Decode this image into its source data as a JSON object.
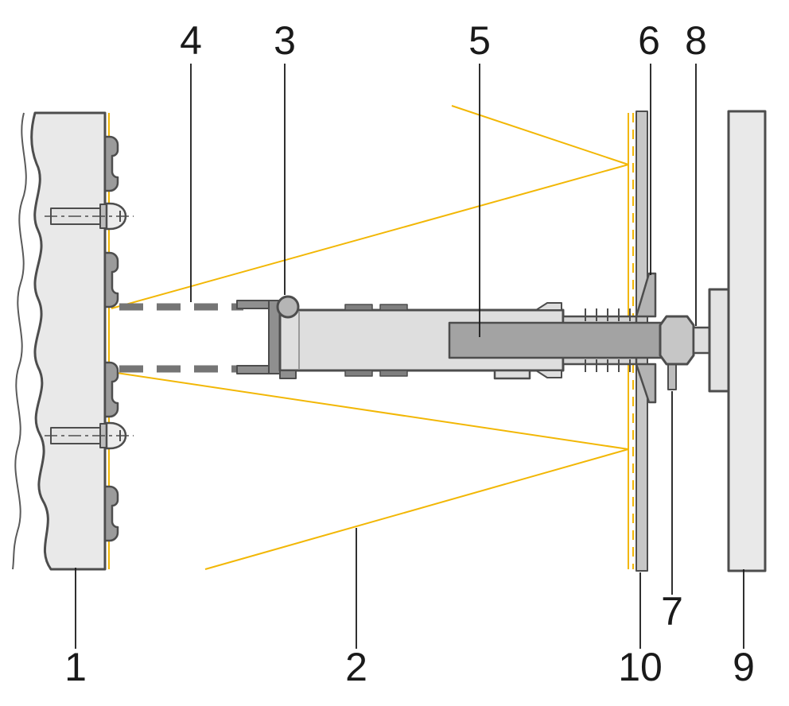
{
  "diagram": {
    "kind": "technical-section-detail",
    "callouts": {
      "c1": "1",
      "c2": "2",
      "c3": "3",
      "c4": "4",
      "c5": "5",
      "c6": "6",
      "c7": "7",
      "c8": "8",
      "c9": "9",
      "c10": "10"
    },
    "colors": {
      "accent_yellow": "#F2B705",
      "outline_dark": "#4D4D4D",
      "fill_light": "#E9E9E9",
      "fill_mid": "#C9C9C9",
      "fill_dark": "#9B9B9B",
      "rod_gray": "#A3A3A3",
      "label_black": "#1A1A1A"
    }
  }
}
